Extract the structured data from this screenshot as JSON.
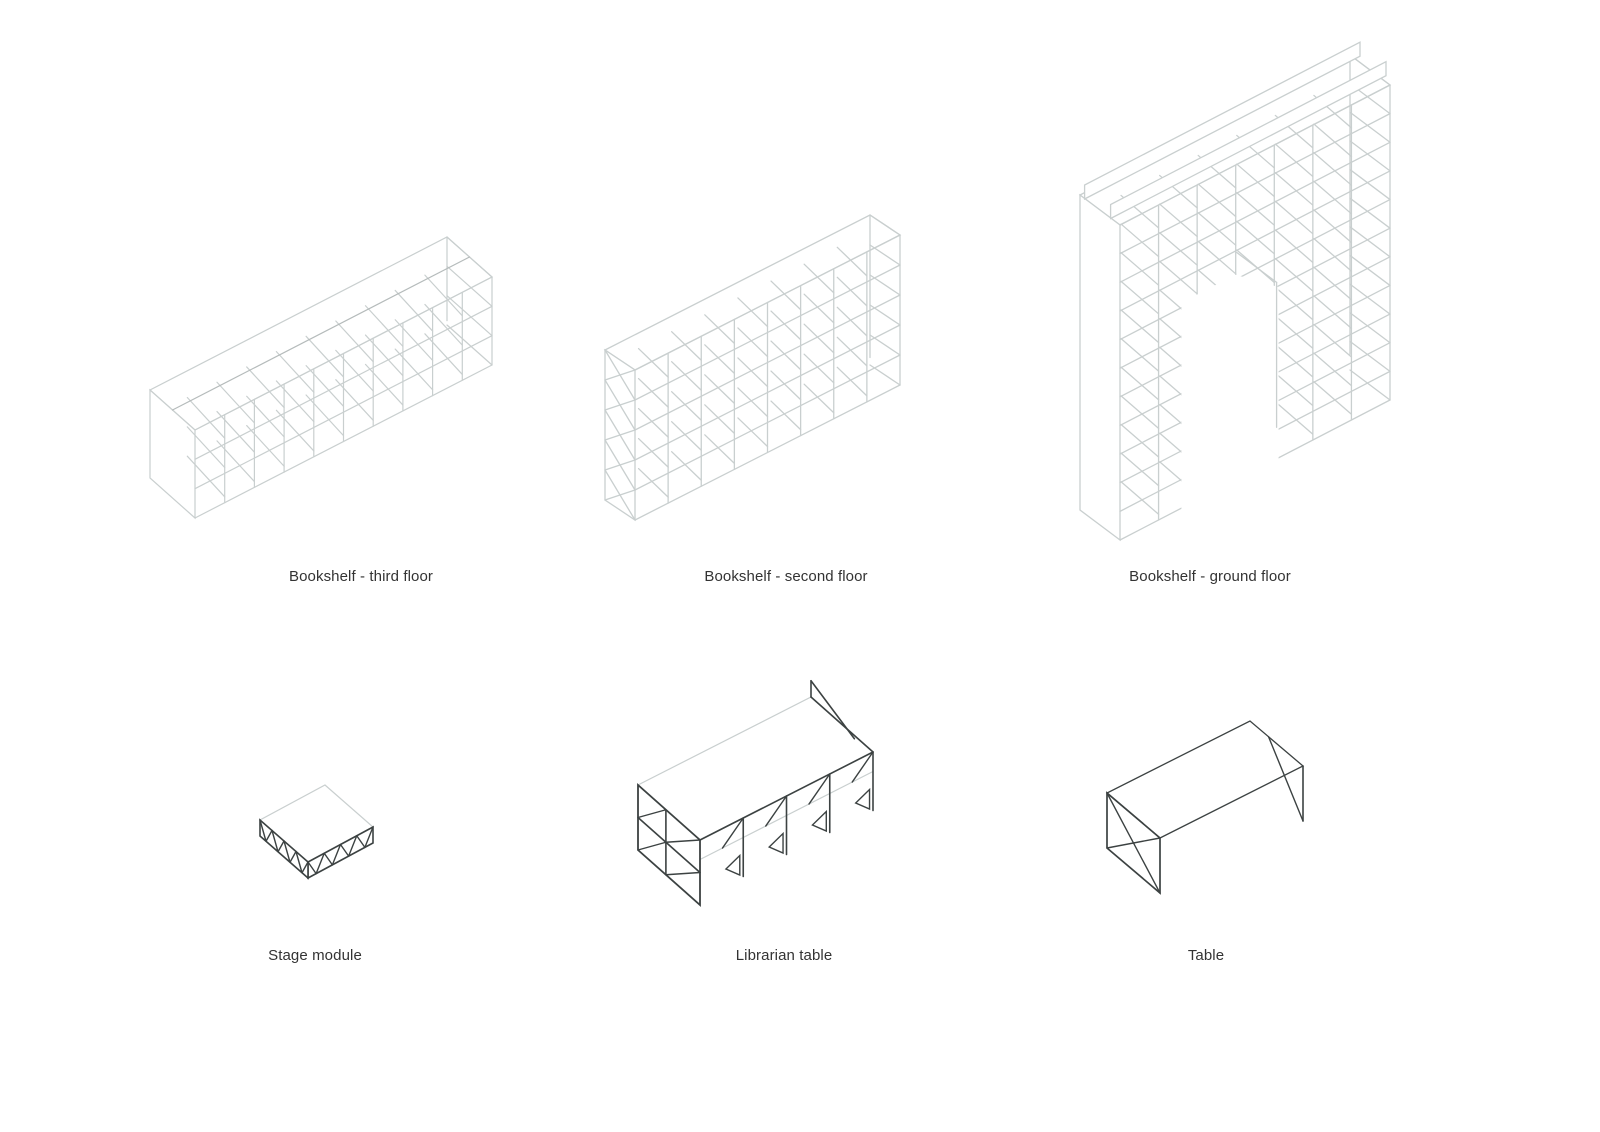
{
  "colors": {
    "light_line": "#c9cfcf",
    "dark_line": "#3c4242",
    "caption": "#333333"
  },
  "items": [
    {
      "caption": "Bookshelf - third floor"
    },
    {
      "caption": "Bookshelf - second floor"
    },
    {
      "caption": "Bookshelf - ground floor"
    },
    {
      "caption": "Stage module"
    },
    {
      "caption": "Librarian table"
    },
    {
      "caption": "Table"
    }
  ]
}
